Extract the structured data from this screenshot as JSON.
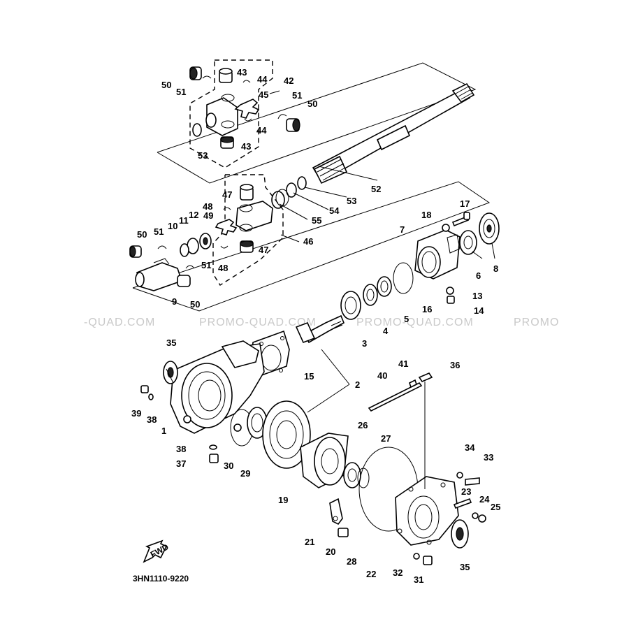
{
  "diagram": {
    "code": "3HN1110-9220",
    "fwd_label": "FWD",
    "watermarks": [
      "-QUAD.COM",
      "PROMO-QUAD.COM",
      "PROMO-QUAD.COM",
      "PROMO"
    ],
    "callouts": [
      "1",
      "2",
      "3",
      "4",
      "5",
      "6",
      "7",
      "8",
      "9",
      "10",
      "11",
      "12",
      "13",
      "14",
      "15",
      "16",
      "17",
      "18",
      "19",
      "20",
      "21",
      "22",
      "23",
      "24",
      "25",
      "26",
      "27",
      "28",
      "29",
      "30",
      "31",
      "32",
      "33",
      "34",
      "35",
      "35",
      "36",
      "37",
      "38",
      "38",
      "39",
      "40",
      "41",
      "42",
      "43",
      "43",
      "44",
      "44",
      "45",
      "46",
      "47",
      "47",
      "48",
      "48",
      "49",
      "50",
      "50",
      "50",
      "50",
      "51",
      "51",
      "51",
      "51",
      "52",
      "53",
      "53",
      "54",
      "55"
    ]
  }
}
